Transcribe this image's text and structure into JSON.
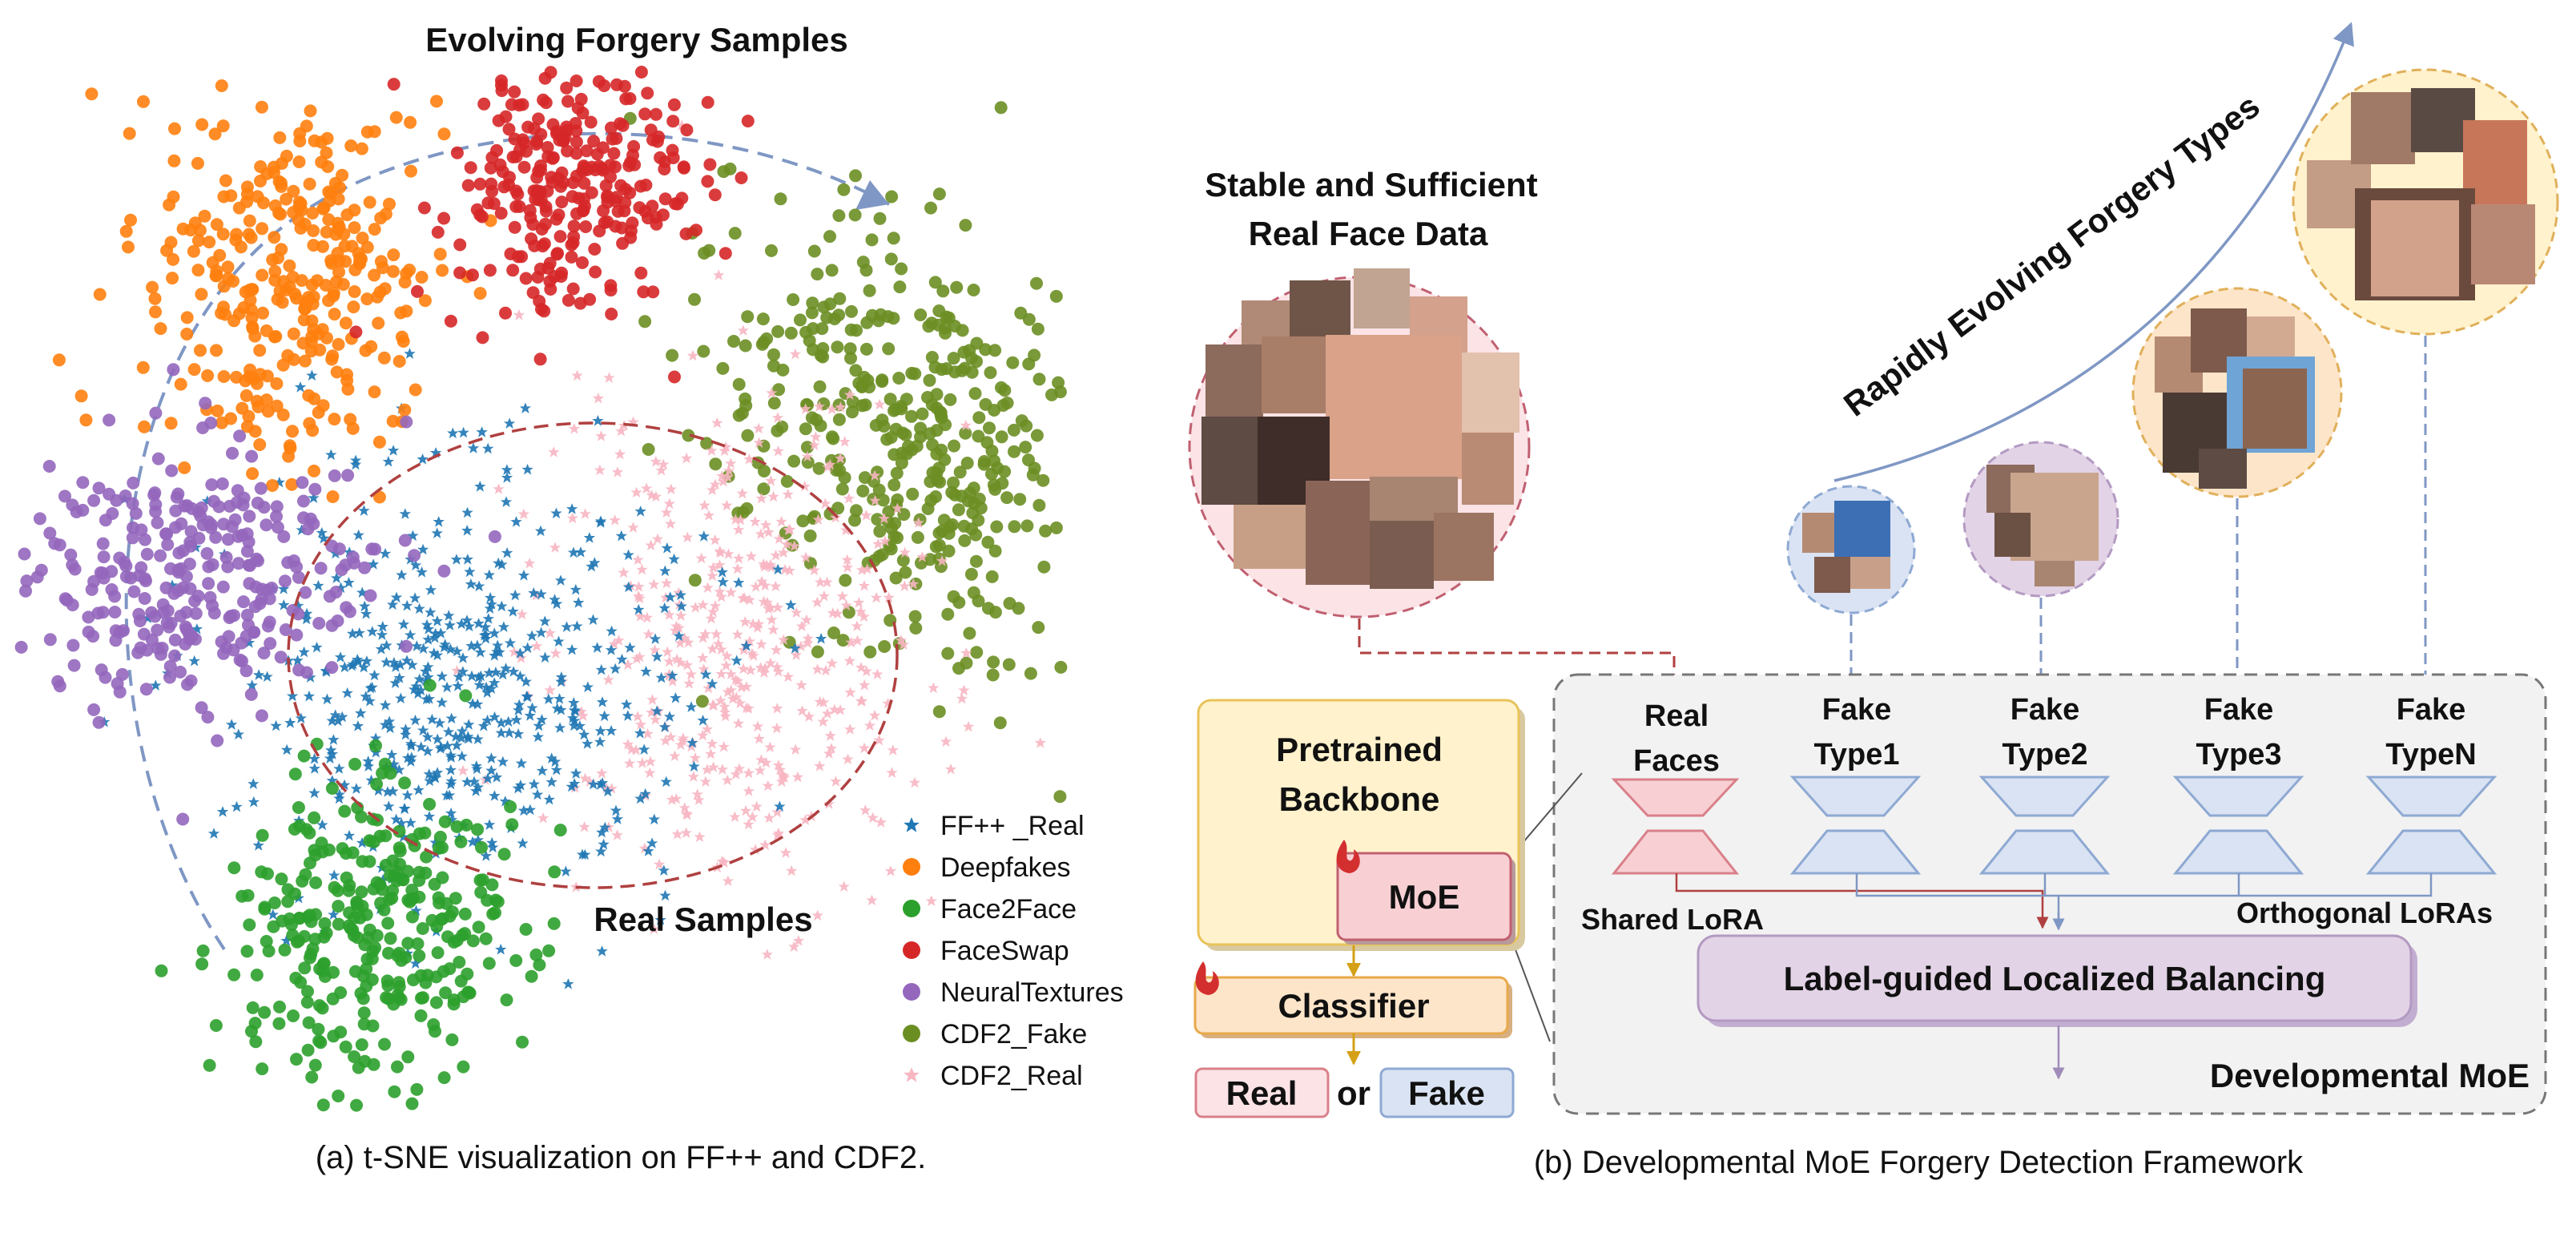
{
  "tsne": {
    "title": "Evolving Forgery Samples",
    "real_label": "Real Samples",
    "caption": "(a) t-SNE visualization on FF++ and CDF2.",
    "legend": [
      {
        "name": "FF++ _Real",
        "color": "#1f77b4",
        "marker": "star"
      },
      {
        "name": "Deepfakes",
        "color": "#ff7f0e",
        "marker": "circle"
      },
      {
        "name": "Face2Face",
        "color": "#2ca02c",
        "marker": "circle"
      },
      {
        "name": "FaceSwap",
        "color": "#d62728",
        "marker": "circle"
      },
      {
        "name": "NeuralTextures",
        "color": "#9467bd",
        "marker": "circle"
      },
      {
        "name": "CDF2_Fake",
        "color": "#6b8e23",
        "marker": "circle"
      },
      {
        "name": "CDF2_Real",
        "color": "#f7b6c2",
        "marker": "star"
      }
    ]
  },
  "framework": {
    "stable_title_line1": "Stable and Sufficient",
    "stable_title_line2": "Real Face Data",
    "evolving_label": "Rapidly Evolving Forgery Types",
    "backbone_line1": "Pretrained",
    "backbone_line2": "Backbone",
    "moe": "MoE",
    "classifier": "Classifier",
    "real_out": "Real",
    "or": "or",
    "fake_out": "Fake",
    "experts": [
      {
        "line1": "Real",
        "line2": "Faces"
      },
      {
        "line1": "Fake",
        "line2": "Type1"
      },
      {
        "line1": "Fake",
        "line2": "Type2"
      },
      {
        "line1": "Fake",
        "line2": "Type3"
      },
      {
        "line1": "Fake",
        "line2": "TypeN"
      }
    ],
    "shared_lora": "Shared LoRA",
    "orthogonal_loras": "Orthogonal LoRAs",
    "balancing": "Label-guided Localized Balancing",
    "dev_moe": "Developmental MoE",
    "caption": "(b) Developmental MoE Forgery Detection Framework",
    "colors": {
      "pink_fill": "#f8d7da",
      "pink_stroke": "#d9808a",
      "blue_fill": "#dae3f3",
      "blue_stroke": "#8ea9d3",
      "yellow_fill": "#fff2cc",
      "yellow_stroke": "#e8c35a",
      "orange_fill": "#fde5c9",
      "purple_fill": "#e2d3e6",
      "purple_stroke": "#b39ac2",
      "arrow_blue": "#7f97c4",
      "arrow_red": "#b04040"
    }
  }
}
